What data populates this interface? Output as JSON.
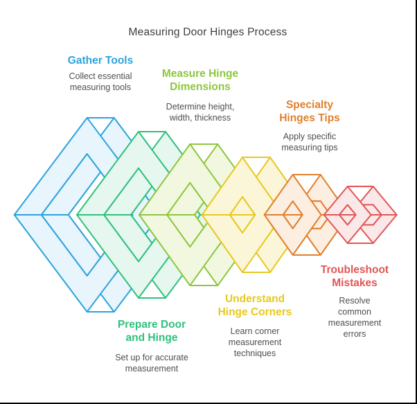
{
  "title": "Measuring Door Hinges Process",
  "diagram_type": "interlocked-chain-process",
  "steps": [
    {
      "label": "Gather Tools",
      "description": "Collect essential\nmeasuring tools",
      "accent_color": "#2AA3DC",
      "shape_fill": "#E8F5FC",
      "label_position": "top"
    },
    {
      "label": "Prepare Door\nand Hinge",
      "description": "Set up for accurate\nmeasurement",
      "accent_color": "#2EC17D",
      "shape_fill": "#E6F7EF",
      "label_position": "bottom"
    },
    {
      "label": "Measure Hinge\nDimensions",
      "description": "Determine height,\nwidth, thickness",
      "accent_color": "#8DC63F",
      "shape_fill": "#F2F8DF",
      "label_position": "top"
    },
    {
      "label": "Understand\nHinge Corners",
      "description": "Learn corner\nmeasurement\ntechniques",
      "accent_color": "#E7C81E",
      "shape_fill": "#FBF6D8",
      "label_position": "bottom"
    },
    {
      "label": "Specialty\nHinges Tips",
      "description": "Apply specific\nmeasuring tips",
      "accent_color": "#E0802C",
      "shape_fill": "#FCEEE1",
      "label_position": "top"
    },
    {
      "label": "Troubleshoot\nMistakes",
      "description": "Resolve common\nmeasurement errors",
      "accent_color": "#E25555",
      "shape_fill": "#FBE8E8",
      "label_position": "bottom"
    }
  ]
}
